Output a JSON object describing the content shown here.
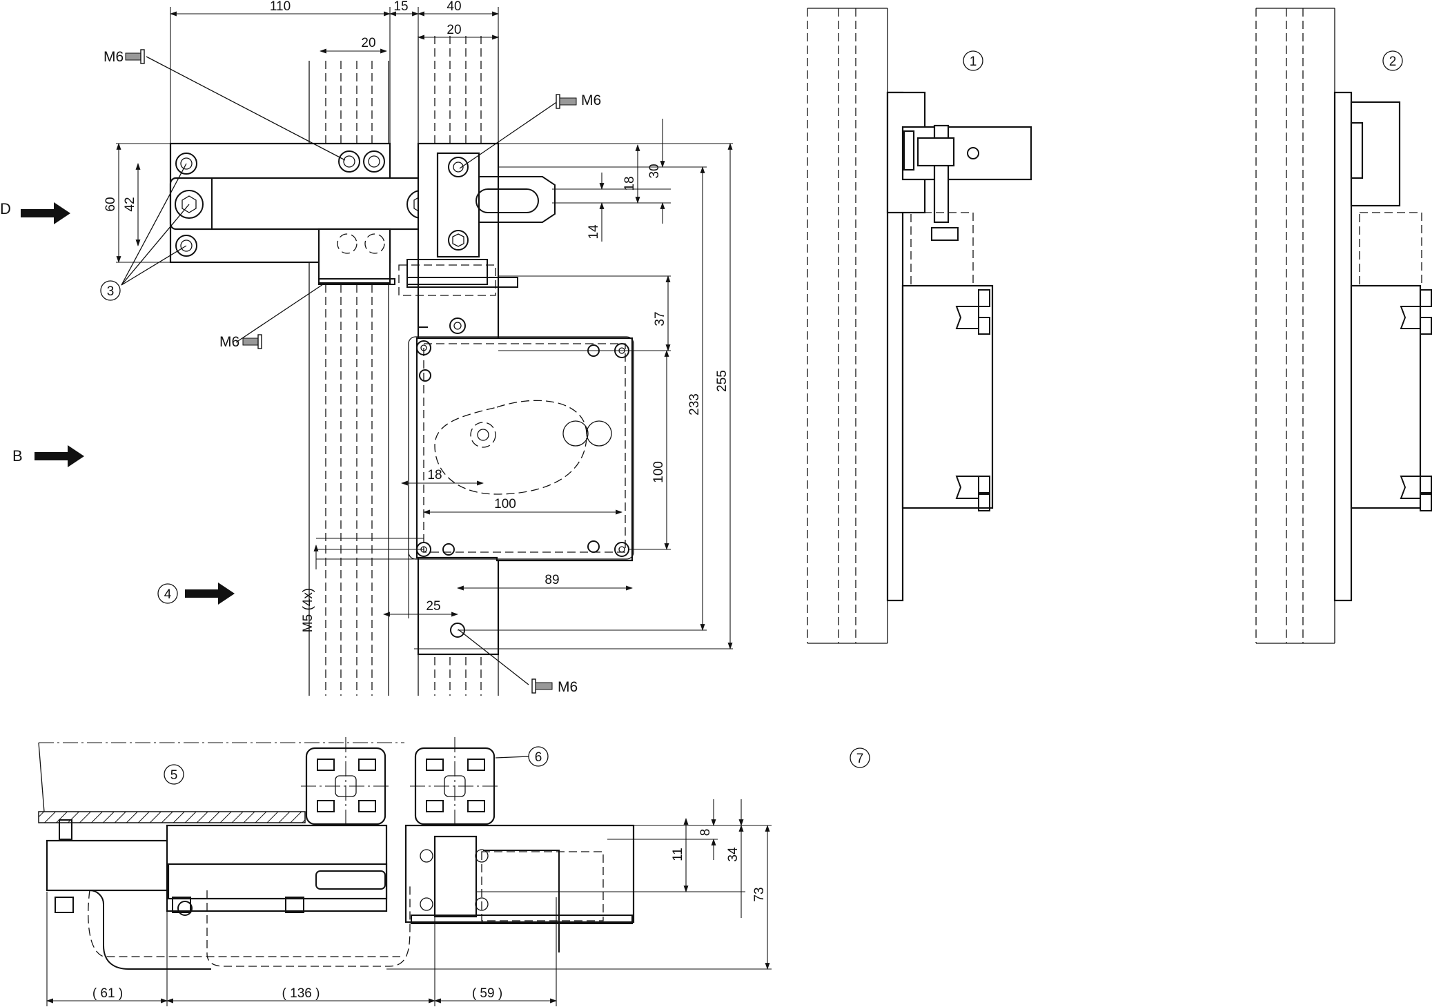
{
  "front_view": {
    "dims": {
      "top_110": "110",
      "top_15": "15",
      "top_40": "40",
      "top_20a": "20",
      "top_20b": "20",
      "side_60": "60",
      "side_42": "42",
      "r_18": "18",
      "r_30": "30",
      "r_14": "14",
      "r_37": "37",
      "r_233": "233",
      "r_255": "255",
      "r_100v": "100",
      "in_18": "18",
      "in_100h": "100",
      "b_89": "89",
      "b_25": "25",
      "m5": "M5 (4x)"
    },
    "screws": {
      "a": "M6",
      "b": "M6",
      "c": "M6",
      "d": "M6"
    },
    "arrows": {
      "d": "D",
      "b": "B"
    },
    "callouts": {
      "c3": "3",
      "c4": "4"
    }
  },
  "side_views": {
    "c1": "1",
    "c2": "2"
  },
  "bottom_view": {
    "callouts": {
      "c5": "5",
      "c6": "6",
      "c7": "7"
    },
    "dims": {
      "v8": "8",
      "v11": "11",
      "v34": "34",
      "v73": "73",
      "h61": "( 61 )",
      "h136": "( 136 )",
      "h59": "( 59 )"
    }
  }
}
